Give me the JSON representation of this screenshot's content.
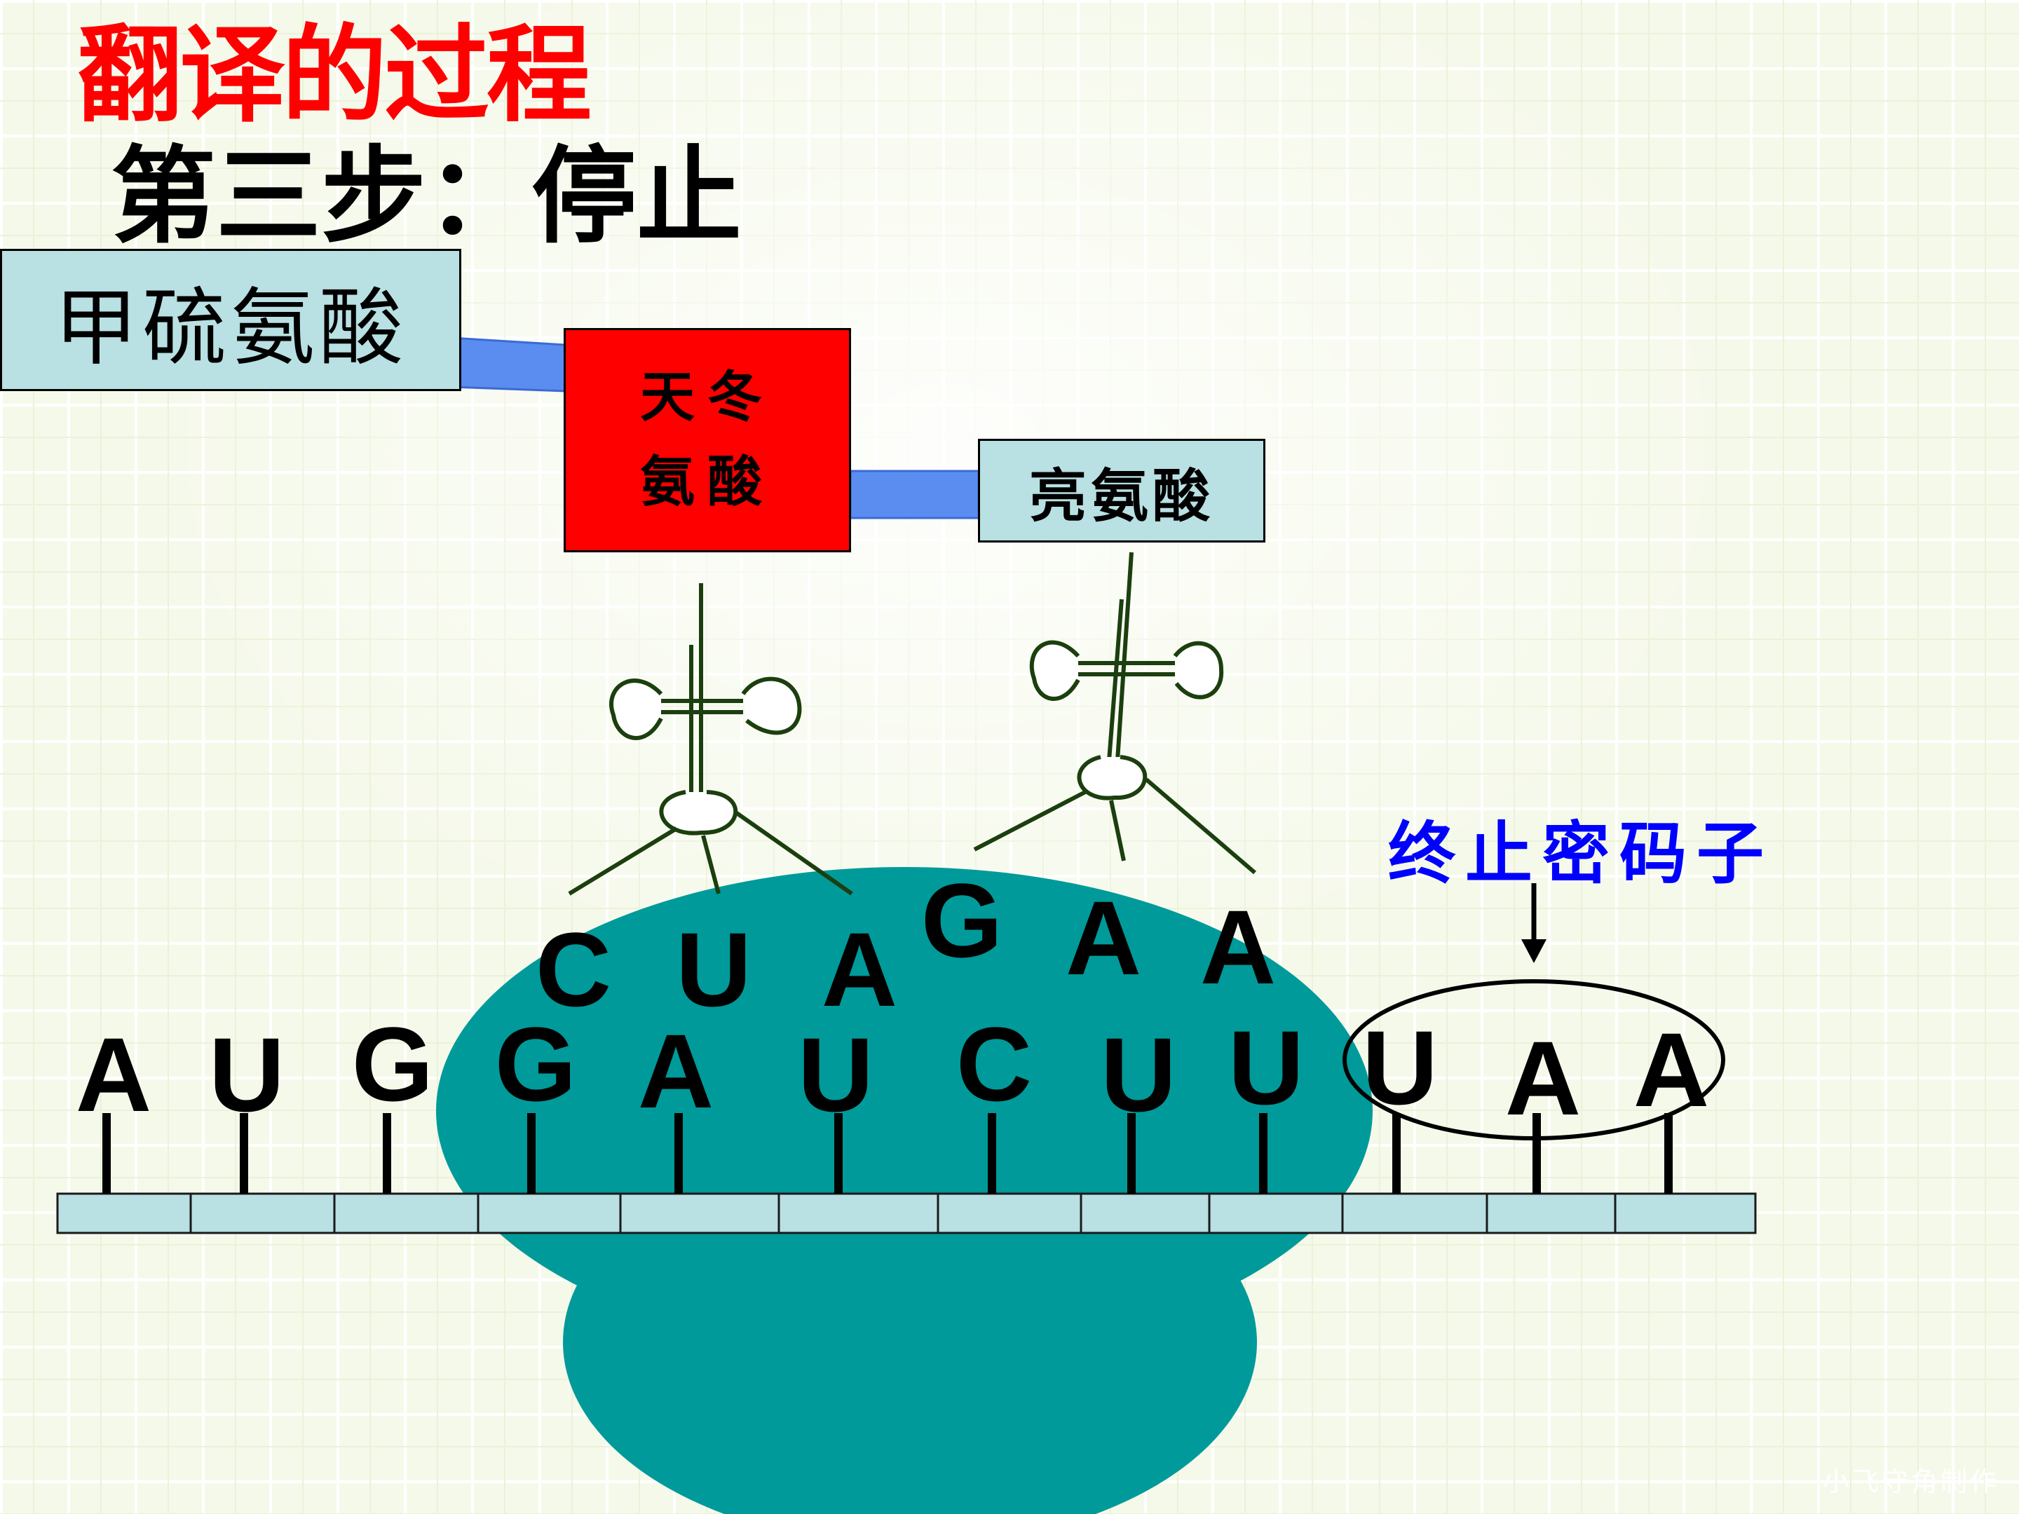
{
  "title": "翻译的过程",
  "subtitle": "第三步：停止",
  "amino_acids": {
    "methionine": "甲硫氨酸",
    "aspartic_line1": "天冬",
    "aspartic_line2": "氨酸",
    "leucine": "亮氨酸"
  },
  "stop_codon_label": "终止密码子",
  "mrna_bases": [
    "A",
    "U",
    "G",
    "G",
    "A",
    "U",
    "C",
    "U",
    "U",
    "U",
    "A",
    "A"
  ],
  "anticodons": {
    "first": [
      "C",
      "U",
      "A"
    ],
    "second": [
      "G",
      "A",
      "A"
    ]
  },
  "watermark": "小飞守角制作",
  "colors": {
    "title": "#ff0000",
    "subtitle": "#000000",
    "amino_box": "#b9e0e3",
    "aspartic_box": "#ff0000",
    "peptide_bond": "#5b8cf0",
    "ribosome": "#009a9a",
    "mrna_strand": "#b9e0e3",
    "trna": "#1b3f0e",
    "stop_label": "#0000ff"
  }
}
